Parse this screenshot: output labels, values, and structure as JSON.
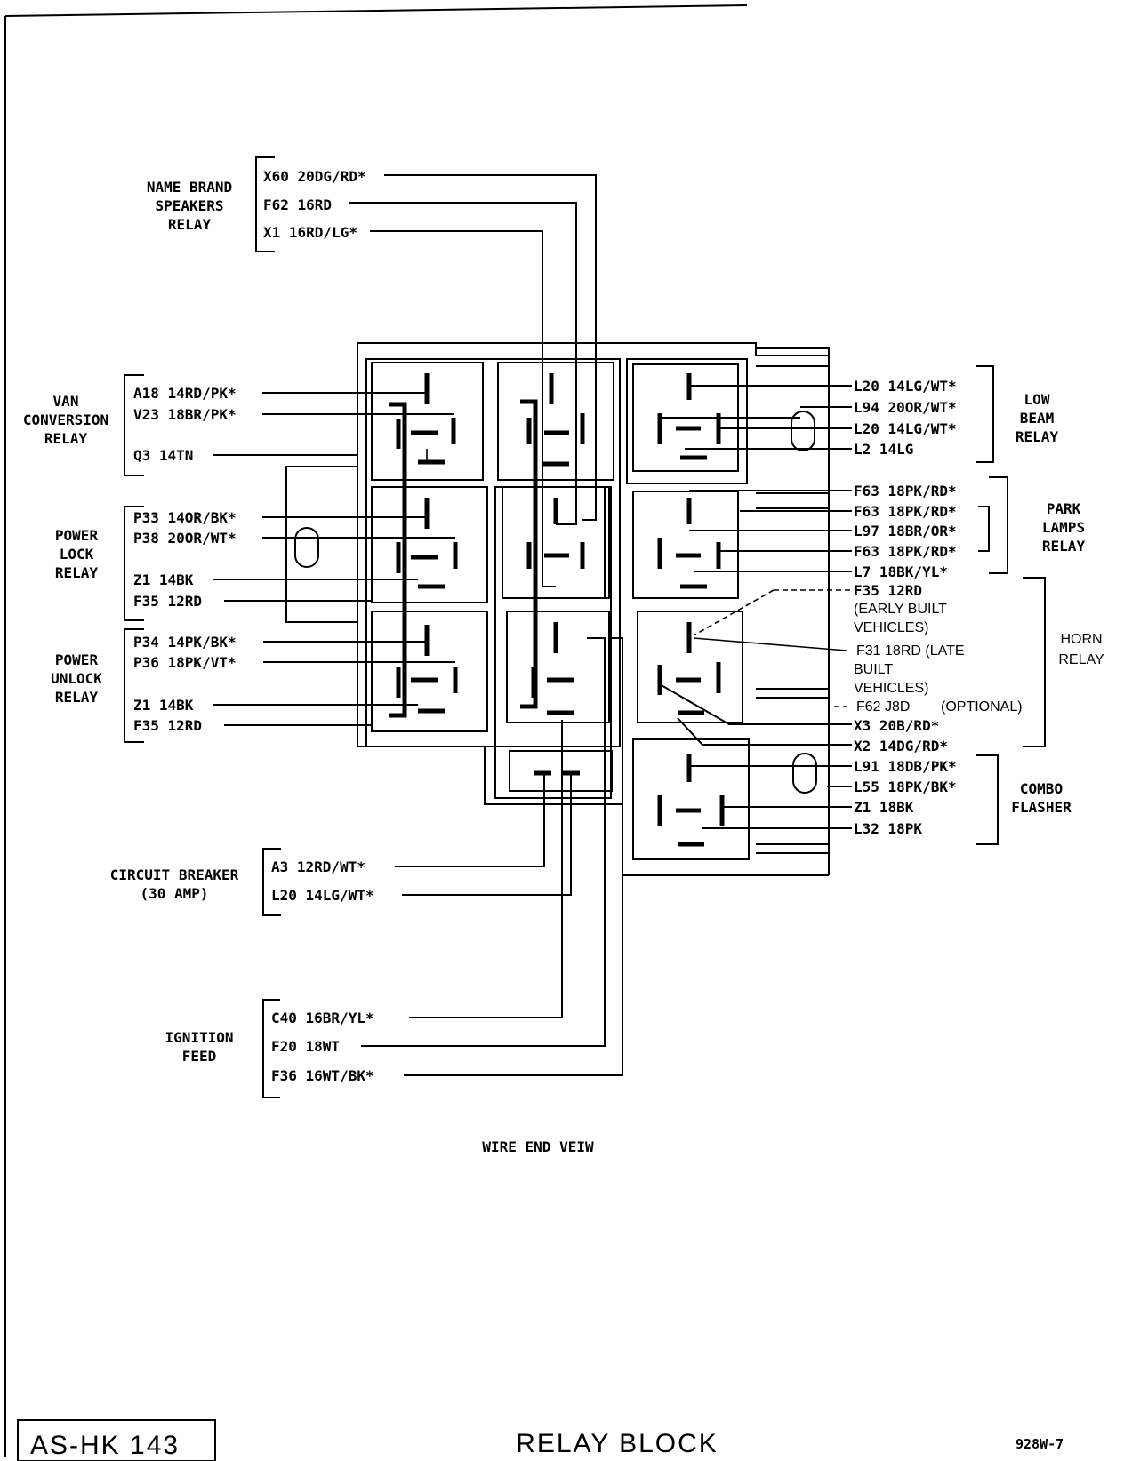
{
  "groups": {
    "name_brand": {
      "lines": [
        "NAME BRAND",
        "SPEAKERS",
        "RELAY"
      ],
      "wires": [
        "X60 20DG/RD*",
        "F62 16RD",
        "X1 16RD/LG*"
      ]
    },
    "van_conversion": {
      "lines": [
        "VAN",
        "CONVERSION",
        "RELAY"
      ],
      "wires": [
        "A18 14RD/PK*",
        "V23 18BR/PK*",
        "Q3 14TN"
      ]
    },
    "power_lock": {
      "lines": [
        "POWER",
        "LOCK",
        "RELAY"
      ],
      "wires": [
        "P33 14OR/BK*",
        "P38 20OR/WT*",
        "Z1 14BK",
        "F35 12RD"
      ]
    },
    "power_unlock": {
      "lines": [
        "POWER",
        "UNLOCK",
        "RELAY"
      ],
      "wires": [
        "P34 14PK/BK*",
        "P36 18PK/VT*",
        "Z1 14BK",
        "F35 12RD"
      ]
    },
    "circuit_breaker": {
      "lines": [
        "CIRCUIT BREAKER",
        "(30 AMP)"
      ],
      "wires": [
        "A3 12RD/WT*",
        "L20 14LG/WT*"
      ]
    },
    "ignition_feed": {
      "lines": [
        "IGNITION",
        "FEED"
      ],
      "wires": [
        "C40 16BR/YL*",
        "F20 18WT",
        "F36 16WT/BK*"
      ]
    },
    "low_beam": {
      "lines": [
        "LOW",
        "BEAM",
        "RELAY"
      ],
      "wires": [
        "L20 14LG/WT*",
        "L94 20OR/WT*",
        "L20 14LG/WT*",
        "L2 14LG"
      ]
    },
    "park_lamps": {
      "lines": [
        "PARK",
        "LAMPS",
        "RELAY"
      ],
      "wires": [
        "F63 18PK/RD*",
        "F63 18PK/RD*",
        "L97 18BR/OR*",
        "F63 18PK/RD*",
        "L7 18BK/YL*"
      ]
    },
    "horn": {
      "lines": [
        "HORN",
        "RELAY"
      ],
      "wires": [
        "F35 12RD",
        "(EARLY BUILT",
        "VEHICLES)",
        "F31 18RD (LATE",
        "BUILT",
        "VEHICLES)",
        "F62 J8D",
        "(OPTIONAL)",
        "X3 20B/RD*",
        "X2 14DG/RD*"
      ]
    },
    "combo": {
      "lines": [
        "COMBO",
        "FLASHER"
      ],
      "wires": [
        "L91 18DB/PK*",
        "L55 18PK/BK*",
        "Z1 18BK",
        "L32 18PK"
      ]
    }
  },
  "view_label": "WIRE END VEIW",
  "footer": {
    "code_box": "AS-HK 143",
    "title": "RELAY BLOCK",
    "ref": "928W-7"
  }
}
